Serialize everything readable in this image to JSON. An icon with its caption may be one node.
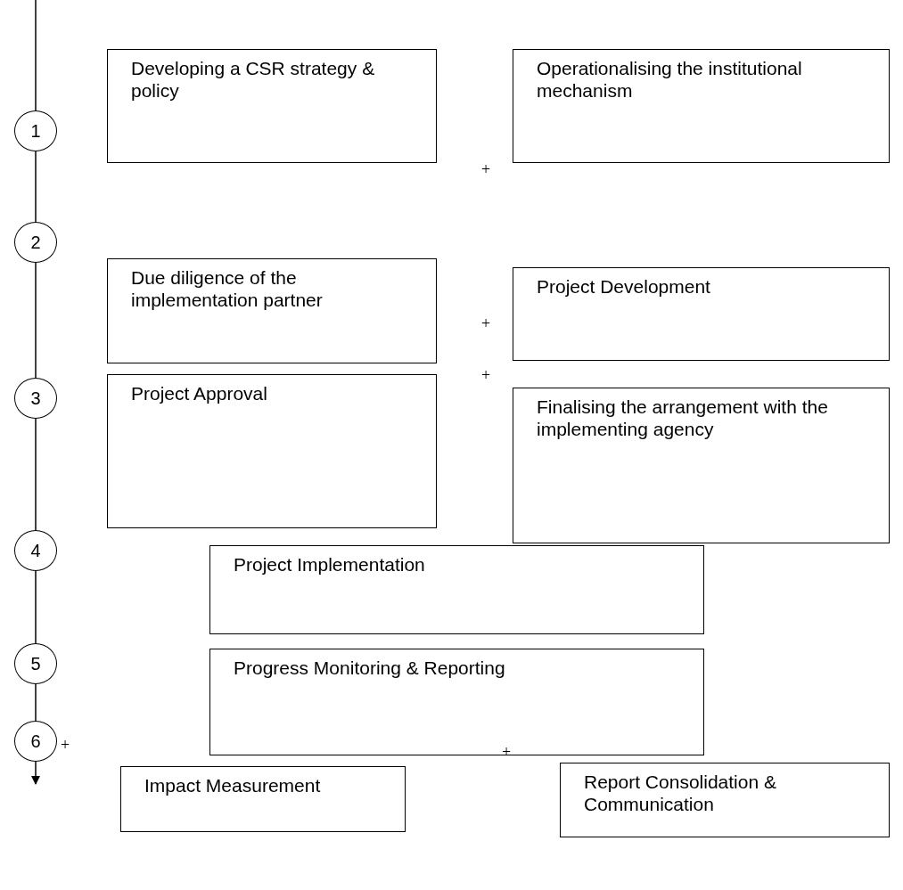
{
  "diagram": {
    "nodes": [
      {
        "text": [
          "1"
        ]
      },
      {
        "text": [
          "Developing a CSR strategy & policy"
        ]
      },
      {
        "text": [
          "Operationalising the institutional mechanism"
        ]
      },
      {
        "text": [
          "2"
        ]
      },
      {
        "text": [
          "Due diligence of the implementation partner"
        ]
      },
      {
        "text": [
          "Project Development"
        ]
      },
      {
        "text": [
          "3"
        ]
      },
      {
        "text": [
          "Project Approval"
        ]
      },
      {
        "text": [
          "Finalising the arrangement with the implementing agency"
        ]
      },
      {
        "text": [
          "4"
        ]
      },
      {
        "text": [
          "Project Implementation"
        ]
      },
      {
        "text": [
          "5"
        ]
      },
      {
        "text": [
          "Progress Monitoring & Reporting"
        ]
      },
      {
        "text": [
          "6"
        ]
      },
      {
        "text": [
          "Impact Measurement"
        ]
      },
      {
        "text": [
          "Report Consolidation & Communication"
        ]
      }
    ],
    "edges": [
      {
        "from": null,
        "to": 0,
        "arrow": "none"
      },
      {
        "from": 0,
        "to": 3,
        "arrow": "none"
      },
      {
        "from": 3,
        "to": 6,
        "arrow": "none"
      },
      {
        "from": 6,
        "to": 9,
        "arrow": "none"
      },
      {
        "from": 9,
        "to": 11,
        "arrow": "none"
      },
      {
        "from": 11,
        "to": 13,
        "arrow": "none"
      },
      {
        "from": 13,
        "to": null,
        "arrow": "to"
      }
    ],
    "labels": [
      "+",
      "+",
      "+",
      "+",
      "+"
    ]
  }
}
